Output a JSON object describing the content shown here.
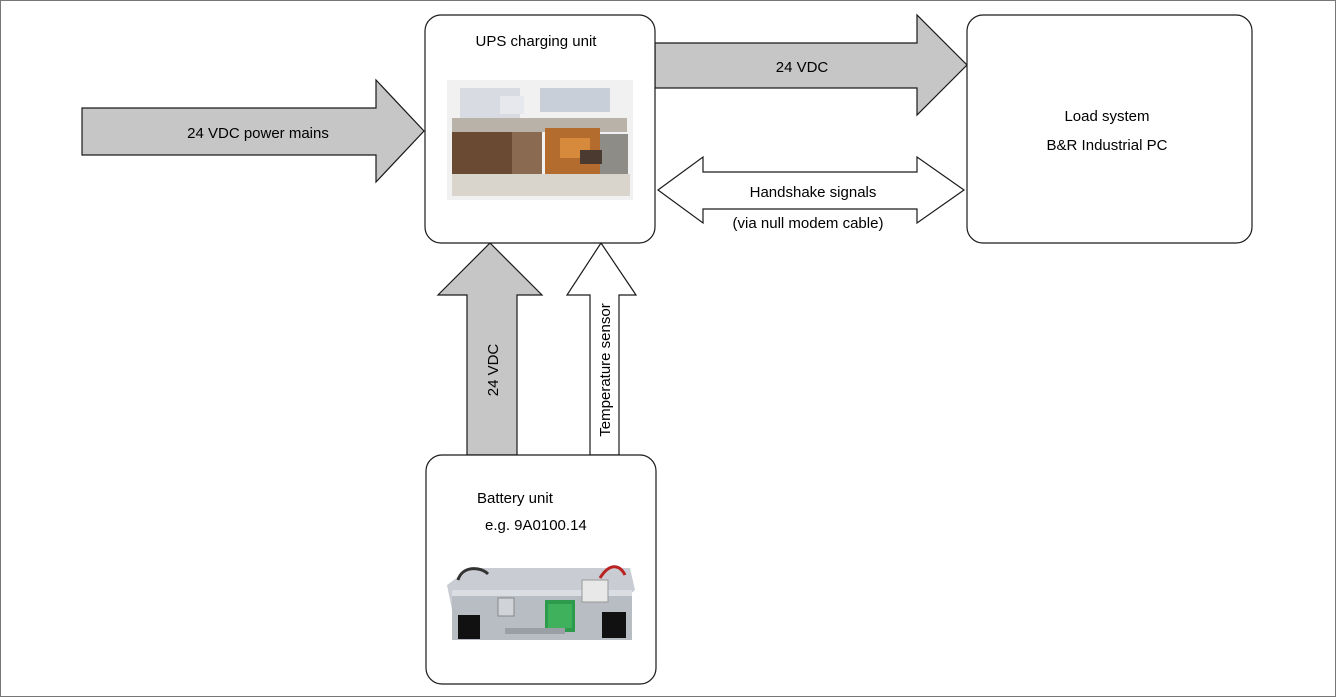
{
  "ups_unit": {
    "label": "UPS charging unit"
  },
  "load_system": {
    "line1": "Load system",
    "line2": "B&R Industrial PC"
  },
  "battery_unit": {
    "line1": "Battery unit",
    "line2": "e.g. 9A0100.14"
  },
  "arrows": {
    "mains_label": "24 VDC power mains",
    "output_label": "24 VDC",
    "handshake_line1": "Handshake signals",
    "handshake_line2": "(via null modem cable)",
    "battery_power_label": "24 VDC",
    "temperature_label": "Temperature sensor"
  },
  "colors": {
    "power_arrow_fill": "#c6c6c6",
    "signal_arrow_fill": "#ffffff",
    "stroke": "#1a1a1a"
  }
}
